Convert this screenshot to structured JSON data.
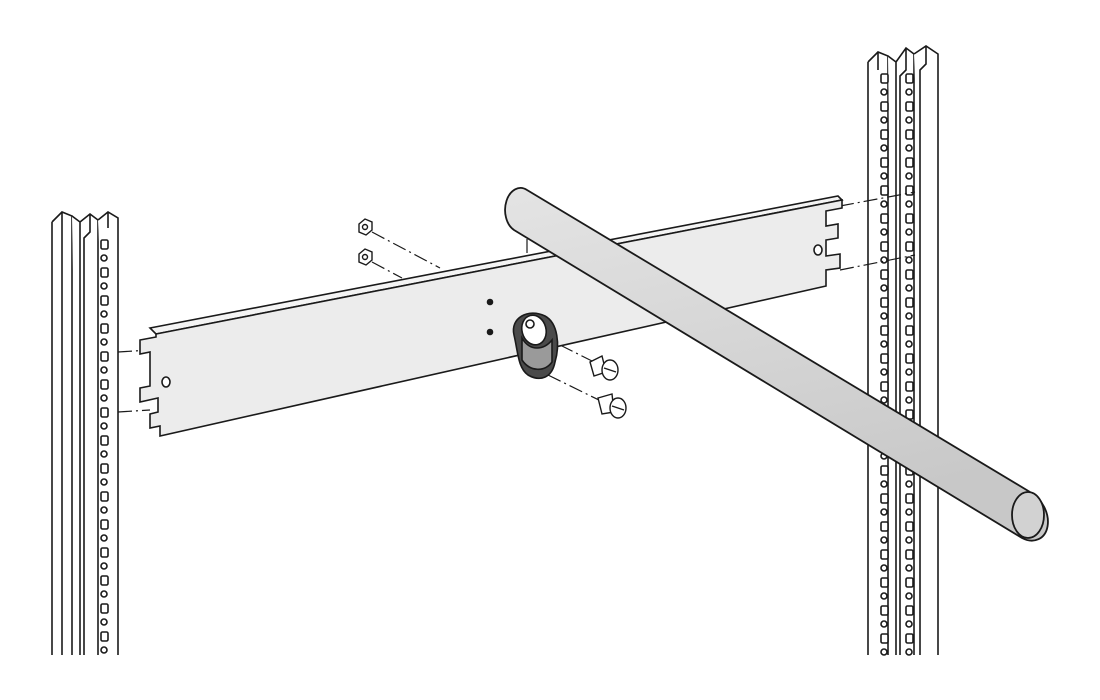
{
  "colors": {
    "background": "#ffffff",
    "line": "#1a1a1a",
    "beam_fill": "#ececec",
    "rod_fill": "#d6d6d6",
    "bracket_fill": "#555555"
  },
  "parts": {
    "uprights": 2,
    "beam": 1,
    "rod": 1,
    "rod_bracket": 1,
    "nuts": 2,
    "screws": 2
  }
}
